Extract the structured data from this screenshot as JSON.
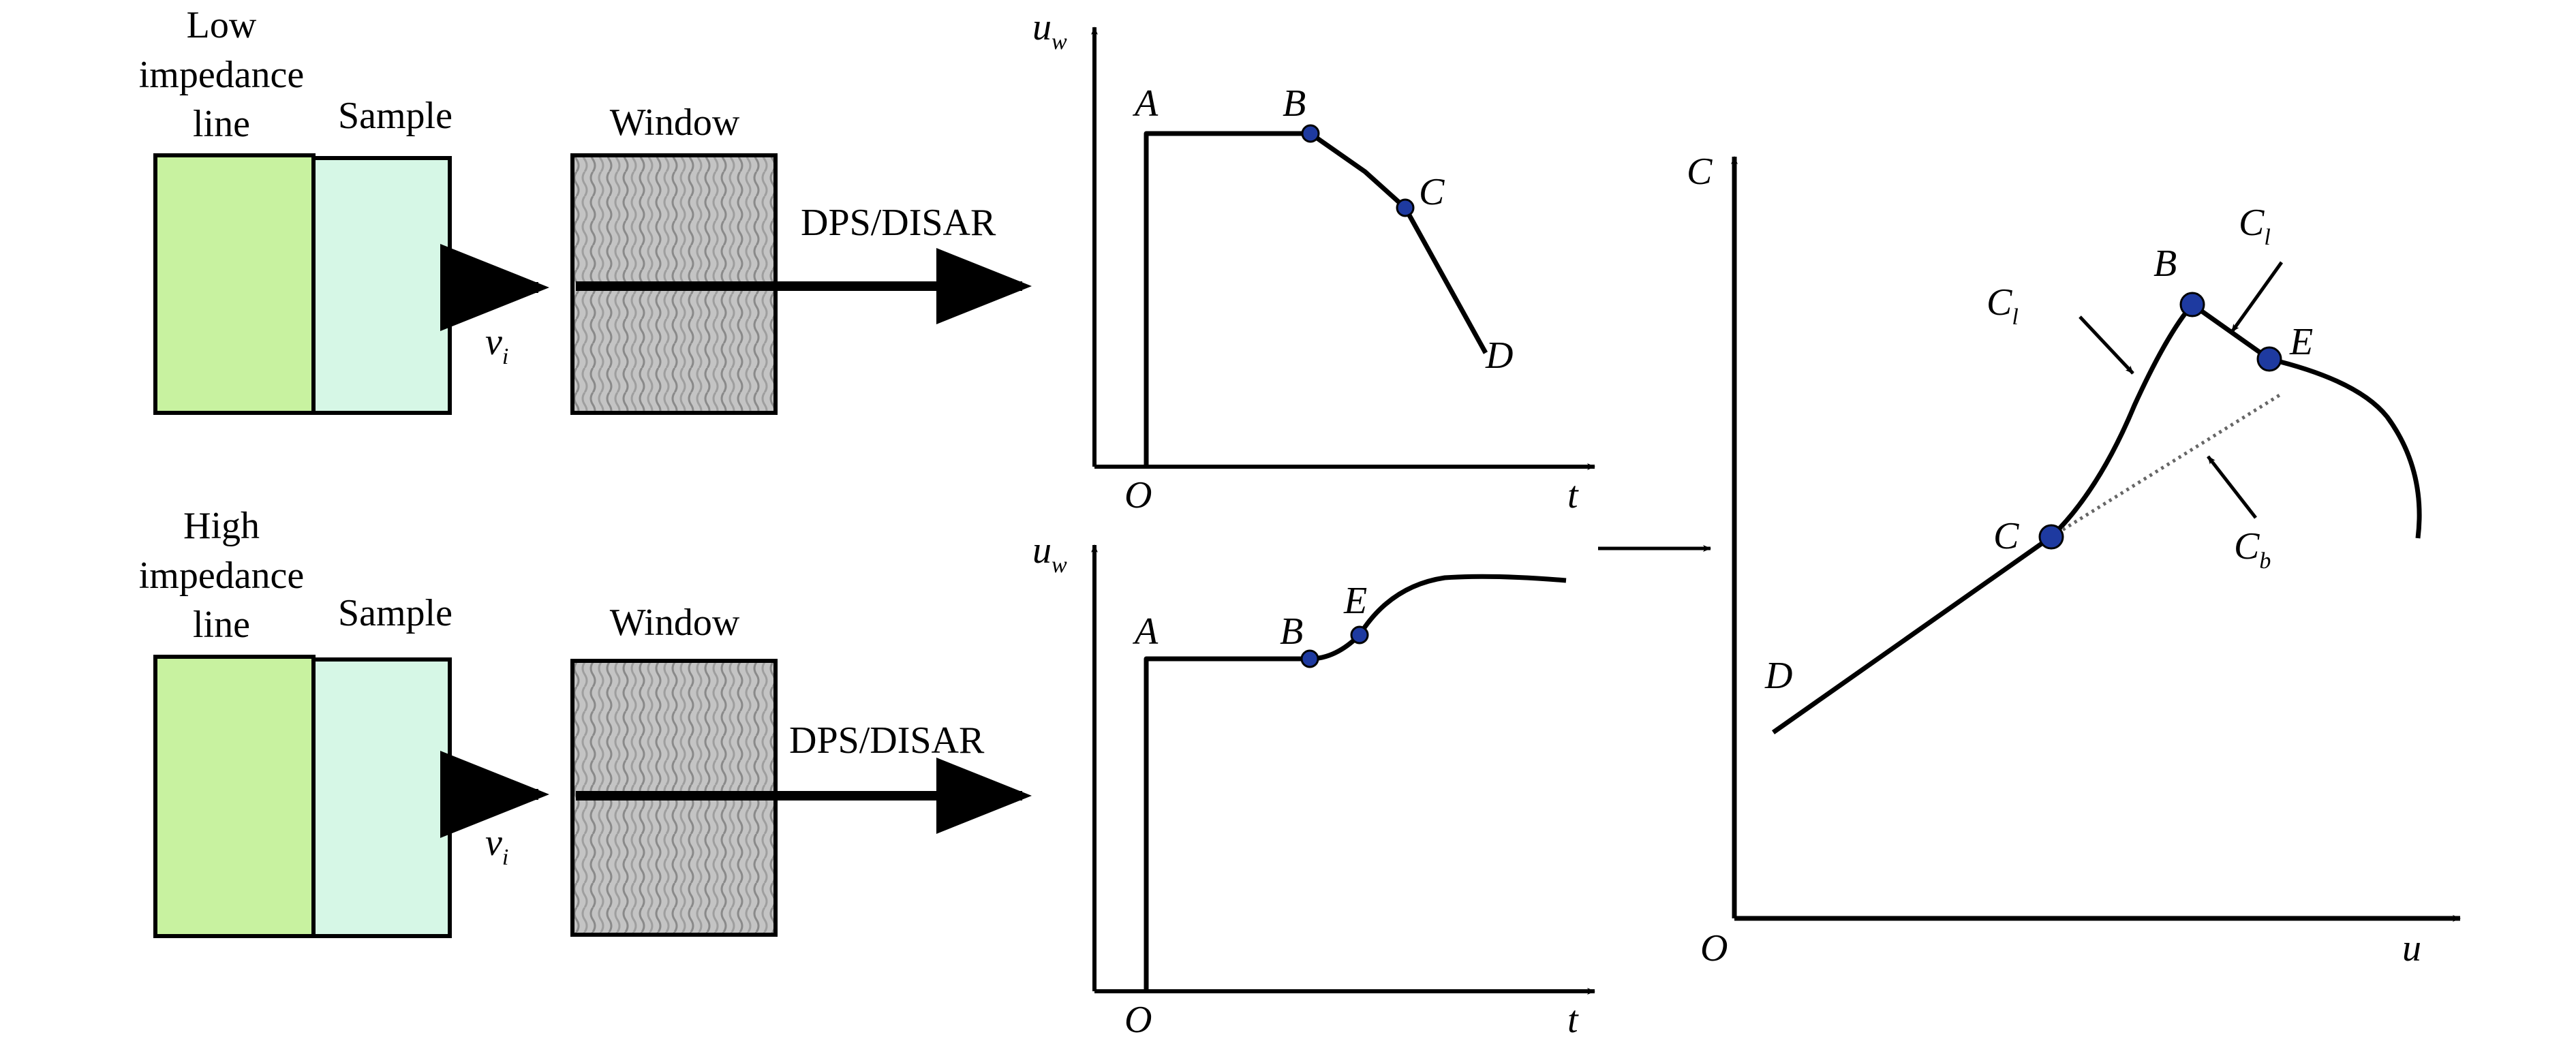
{
  "colors": {
    "line_block": "#c8f2a0",
    "sample_block": "#d6f7e6",
    "window_fill": "#bdbdbd",
    "point_fill": "#1e3aa0",
    "stroke": "#000000"
  },
  "top_row": {
    "line_label_1": "Low",
    "line_label_2": "impedance",
    "line_label_3": "line",
    "sample_label": "Sample",
    "window_label": "Window",
    "velocity_main": "v",
    "velocity_sub": "i",
    "probe_label": "DPS/DISAR"
  },
  "bottom_row": {
    "line_label_1": "High",
    "line_label_2": "impedance",
    "line_label_3": "line",
    "sample_label": "Sample",
    "window_label": "Window",
    "velocity_main": "v",
    "velocity_sub": "i",
    "probe_label": "DPS/DISAR"
  },
  "plot_top": {
    "ylabel_main": "u",
    "ylabel_sub": "w",
    "xlabel": "t",
    "origin": "O",
    "points": {
      "A": "A",
      "B": "B",
      "C": "C",
      "D": "D"
    }
  },
  "plot_bottom": {
    "ylabel_main": "u",
    "ylabel_sub": "w",
    "xlabel": "t",
    "origin": "O",
    "points": {
      "A": "A",
      "B": "B",
      "E": "E"
    }
  },
  "plot_right": {
    "ylabel": "C",
    "xlabel": "u",
    "origin": "O",
    "points": {
      "B": "B",
      "C": "C",
      "D": "D",
      "E": "E"
    },
    "annotations": {
      "c1_left_main": "C",
      "c1_left_sub": "l",
      "c1_right_main": "C",
      "c1_right_sub": "l",
      "cb_main": "C",
      "cb_sub": "b"
    }
  }
}
